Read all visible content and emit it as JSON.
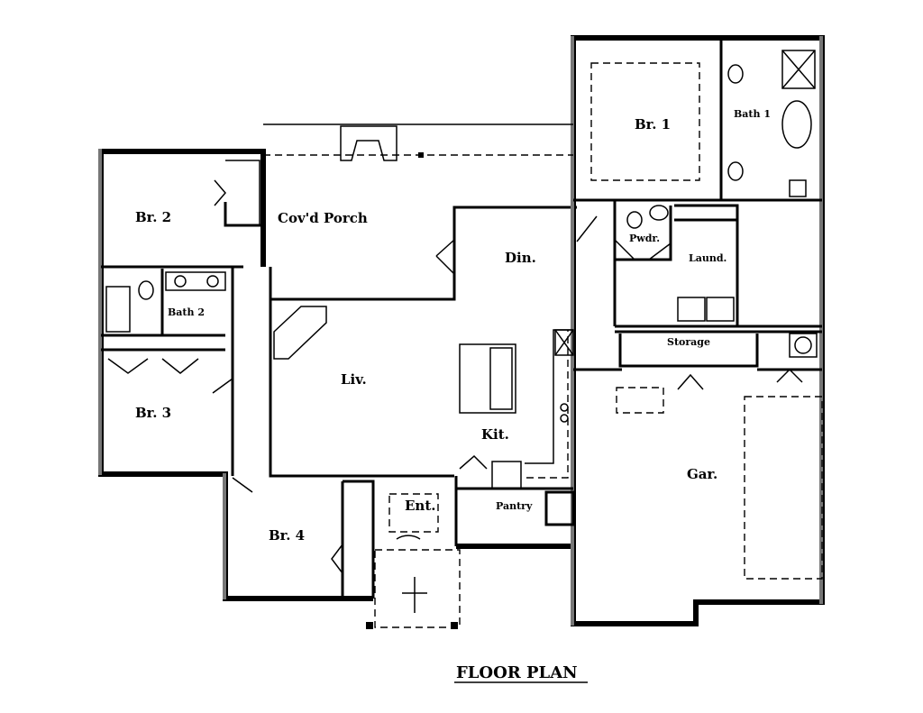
{
  "title": "FLOOR PLAN",
  "rooms": {
    "br1": "Br. 1",
    "bath1": "Bath 1",
    "br2": "Br. 2",
    "covd_porch": "Cov'd Porch",
    "din": "Din.",
    "pwdr": "Pwdr.",
    "laund": "Laund.",
    "bath2": "Bath 2",
    "storage": "Storage",
    "liv": "Liv.",
    "br3": "Br. 3",
    "kit": "Kit.",
    "gar": "Gar.",
    "ent": "Ent.",
    "pantry": "Pantry",
    "br4": "Br. 4"
  }
}
